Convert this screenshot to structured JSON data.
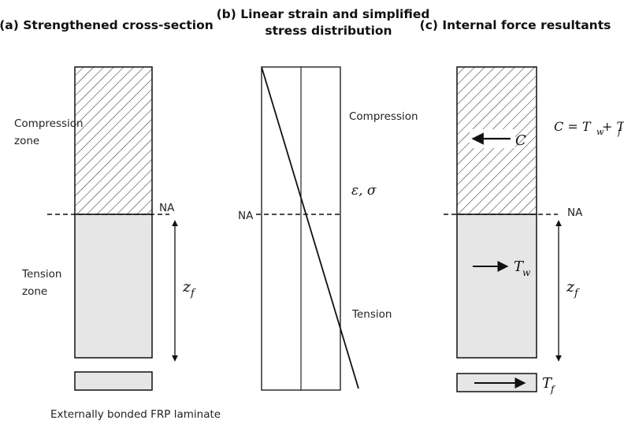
{
  "panel_a": {
    "title": "(a) Strengthened cross-section",
    "compression_label_1": "Compression",
    "compression_label_2": "zone",
    "tension_label_1": "Tension",
    "tension_label_2": "zone",
    "na_label": "NA",
    "lever_arm_symbol": "z",
    "lever_arm_sub": "f",
    "laminate_label": "Externally bonded FRP laminate"
  },
  "panel_b": {
    "title_line1": "(b) Linear strain and simplified",
    "title_line2": "stress distribution",
    "compression_label": "Compression",
    "tension_label": "Tension",
    "na_label": "NA",
    "strain_stress_label": "ε, σ"
  },
  "panel_c": {
    "title": "(c) Internal force resultants",
    "equation": {
      "lhs": "C = T",
      "sub_w": "w",
      "plus": " + T",
      "sub_f": "f"
    },
    "compression_force": "C",
    "tension_web": "T",
    "tension_web_sub": "w",
    "tension_frp": "T",
    "tension_frp_sub": "f",
    "na_label": "NA",
    "lever_arm_symbol": "z",
    "lever_arm_sub": "f"
  },
  "colors": {
    "tension_fill": "#e6e6e6",
    "stroke": "#111111",
    "hatch": "#222222"
  }
}
